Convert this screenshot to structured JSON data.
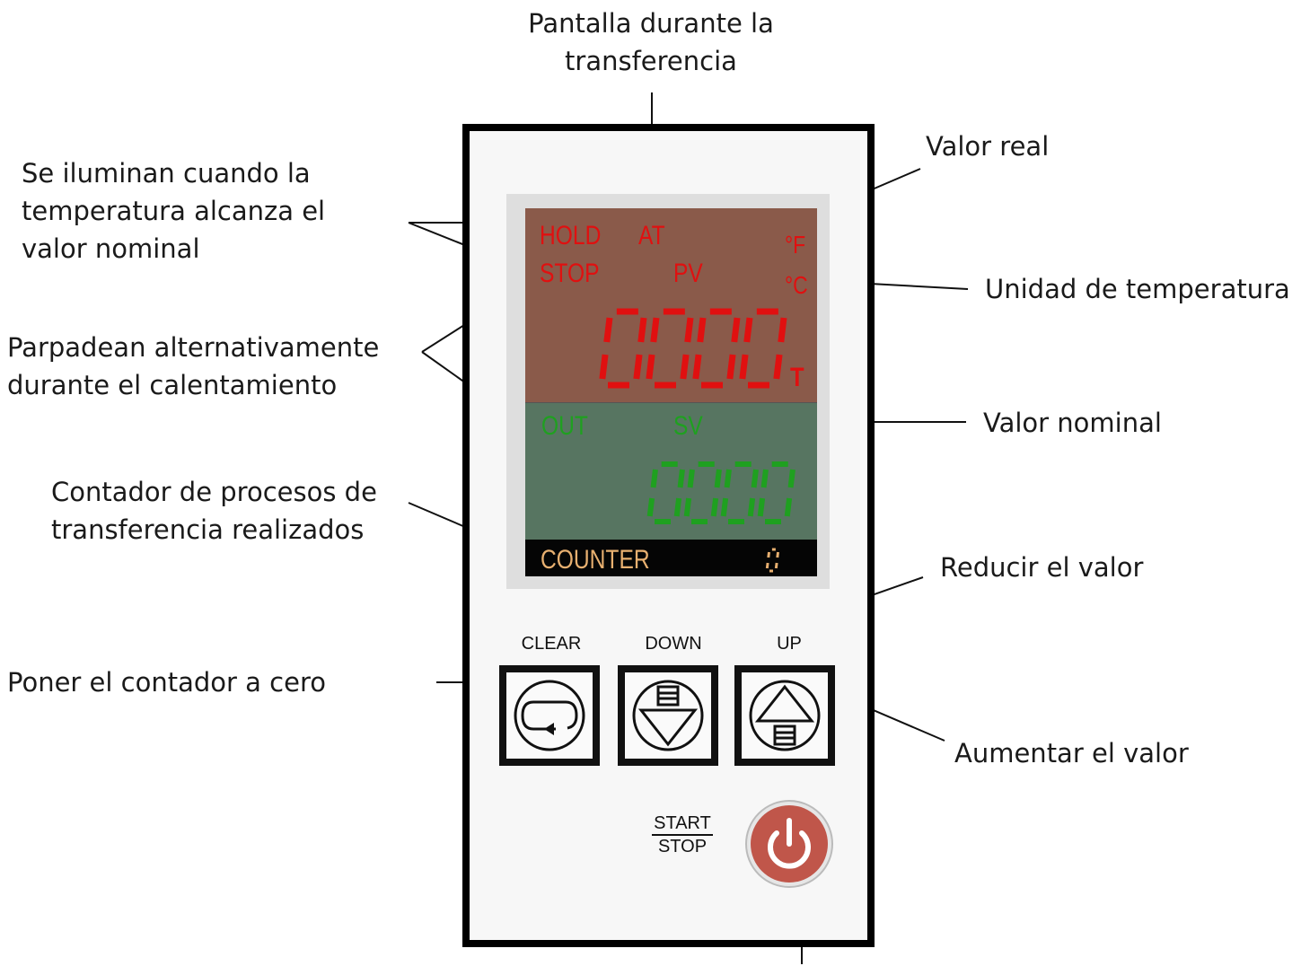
{
  "annotations": {
    "transfer_display": [
      "Pantalla durante la",
      "transferencia"
    ],
    "actual_value": "Valor real",
    "light_on_target": [
      "Se iluminan cuando la",
      "temperatura alcanza el",
      "valor nominal"
    ],
    "temperature_unit": "Unidad de temperatura",
    "blink_heating": [
      "Parpadean alternativamente",
      "durante el calentamiento"
    ],
    "set_value": "Valor nominal",
    "process_counter": [
      "Contador de procesos de",
      "transferencia realizados"
    ],
    "decrease_value": "Reducir el valor",
    "reset_counter": "Poner el contador a cero",
    "increase_value": "Aumentar el valor"
  },
  "display": {
    "hold": "HOLD",
    "at": "AT",
    "stop": "STOP",
    "pv": "PV",
    "unit_f": "°F",
    "unit_c": "°C",
    "pv_digits": "0000",
    "pv_suffix": "T",
    "out": "OUT",
    "sv": "SV",
    "sv_digits": "0000",
    "counter_label": "COUNTER",
    "counter_value": "0"
  },
  "buttons": {
    "clear": "CLEAR",
    "down": "DOWN",
    "up": "UP",
    "start": "START",
    "stop": "STOP"
  },
  "colors": {
    "lcd_top": "#8a5a4a",
    "lcd_bottom": "#577561",
    "red_segments": "#e01010",
    "green_segments": "#1fa020",
    "counter_amber": "#e8b070",
    "power_button": "#c0564a"
  },
  "icons": [
    "clear-icon",
    "down-arrow-icon",
    "up-arrow-icon",
    "power-icon"
  ]
}
